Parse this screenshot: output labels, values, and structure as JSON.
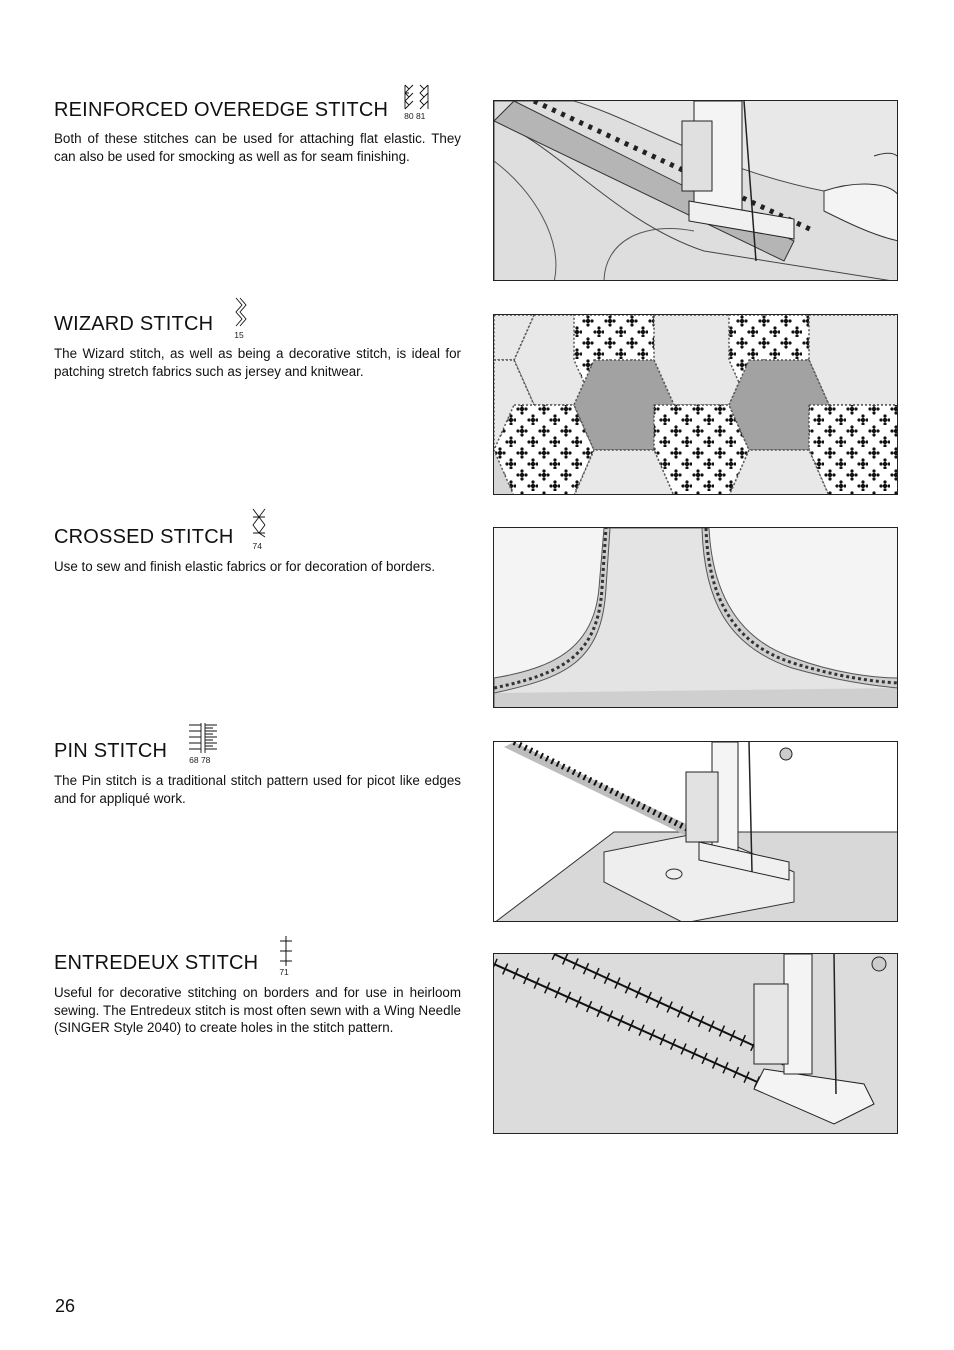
{
  "page_number": "26",
  "sections": [
    {
      "title": "REINFORCED OVEREDGE STITCH",
      "stitch_numbers": "80  81",
      "description": "Both of these stitches can be used for attaching flat elastic. They can also be used for smocking as well as for seam finishing."
    },
    {
      "title": "WIZARD STITCH",
      "stitch_numbers": "15",
      "description": "The Wizard stitch, as well as being a decorative stitch, is ideal for patching stretch fabrics such as jersey and knitwear."
    },
    {
      "title": "CROSSED STITCH",
      "stitch_numbers": "74",
      "description": "Use to sew and finish elastic fabrics or for decoration of borders."
    },
    {
      "title": "PIN STITCH",
      "stitch_numbers": "68  78",
      "description": "The Pin stitch is a traditional stitch pattern used for picot like edges and for appliqué work."
    },
    {
      "title": "ENTREDEUX STITCH",
      "stitch_numbers": "71",
      "description": "Useful for decorative stitching on borders and for use in heirloom sewing. The Entredeux stitch is most often sewn with a Wing Needle (SINGER Style 2040) to create holes in the stitch pattern."
    }
  ],
  "icons": [
    "overedge-stitch-icon",
    "wizard-stitch-icon",
    "crossed-stitch-icon",
    "pin-stitch-icon",
    "entredeux-stitch-icon"
  ],
  "colors": {
    "text": "#111111",
    "fabric_light": "#e6e6e6",
    "fabric_mid": "#d2d2d2",
    "fabric_dark": "#9a9a9a"
  }
}
